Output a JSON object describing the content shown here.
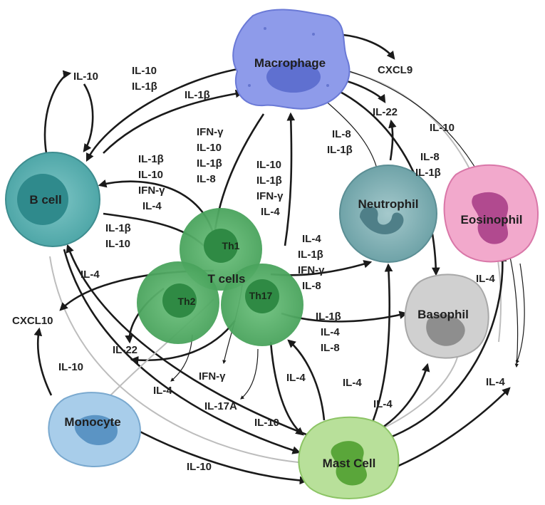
{
  "cells": {
    "macrophage": "Macrophage",
    "b_cell": "B cell",
    "neutrophil": "Neutrophil",
    "eosinophil": "Eosinophil",
    "basophil": "Basophil",
    "monocyte": "Monocyte",
    "mast_cell": "Mast Cell",
    "t_cells": "T cells",
    "th1": "Th1",
    "th2": "Th2",
    "th17": "Th17"
  },
  "labels": {
    "il10_top_left": "IL-10",
    "b_from_mac_1": "IL-10",
    "b_from_mac_2": "IL-1β",
    "il1b_mac": "IL-1β",
    "cxcl9": "CXCL9",
    "il22_top": "IL-22",
    "mac_to_neu_1": "IL-8",
    "mac_to_neu_2": "IL-1β",
    "il10_right": "IL-10",
    "mac_to_baso_1": "IL-8",
    "mac_to_baso_2": "IL-1β",
    "mac_to_t_1": "IFN-γ",
    "mac_to_t_2": "IL-10",
    "mac_to_t_3": "IL-1β",
    "mac_to_t_4": "IL-8",
    "t_to_mac_1": "IL-10",
    "t_to_mac_2": "IL-1β",
    "t_to_mac_3": "IFN-γ",
    "t_to_mac_4": "IL-4",
    "b_t_1": "IL-1β",
    "b_t_2": "IL-10",
    "b_t_3": "IFN-γ",
    "b_t_4": "IL-4",
    "b_to_t_1": "IL-1β",
    "b_to_t_2": "IL-10",
    "t_to_neu_1": "IL-4",
    "t_to_neu_2": "IL-1β",
    "t_to_neu_3": "IFN-γ",
    "t_to_neu_4": "IL-8",
    "il4_left": "IL-4",
    "cxcl10": "CXCL10",
    "t_to_baso_1": "IL-1β",
    "t_to_baso_2": "IL-4",
    "t_to_baso_3": "IL-8",
    "il4_eos": "IL-4",
    "il22_bottom": "IL-22",
    "il4_th2": "IL-4",
    "ifng_bottom": "IFN-γ",
    "il17a": "IL-17A",
    "il10_mono": "IL-10",
    "il4_mast_t": "IL-4",
    "il4_mast_neu": "IL-4",
    "il4_mast_baso": "IL-4",
    "il4_right": "IL-4",
    "il10_mast": "IL-10",
    "il10_mono_mast": "IL-10"
  }
}
